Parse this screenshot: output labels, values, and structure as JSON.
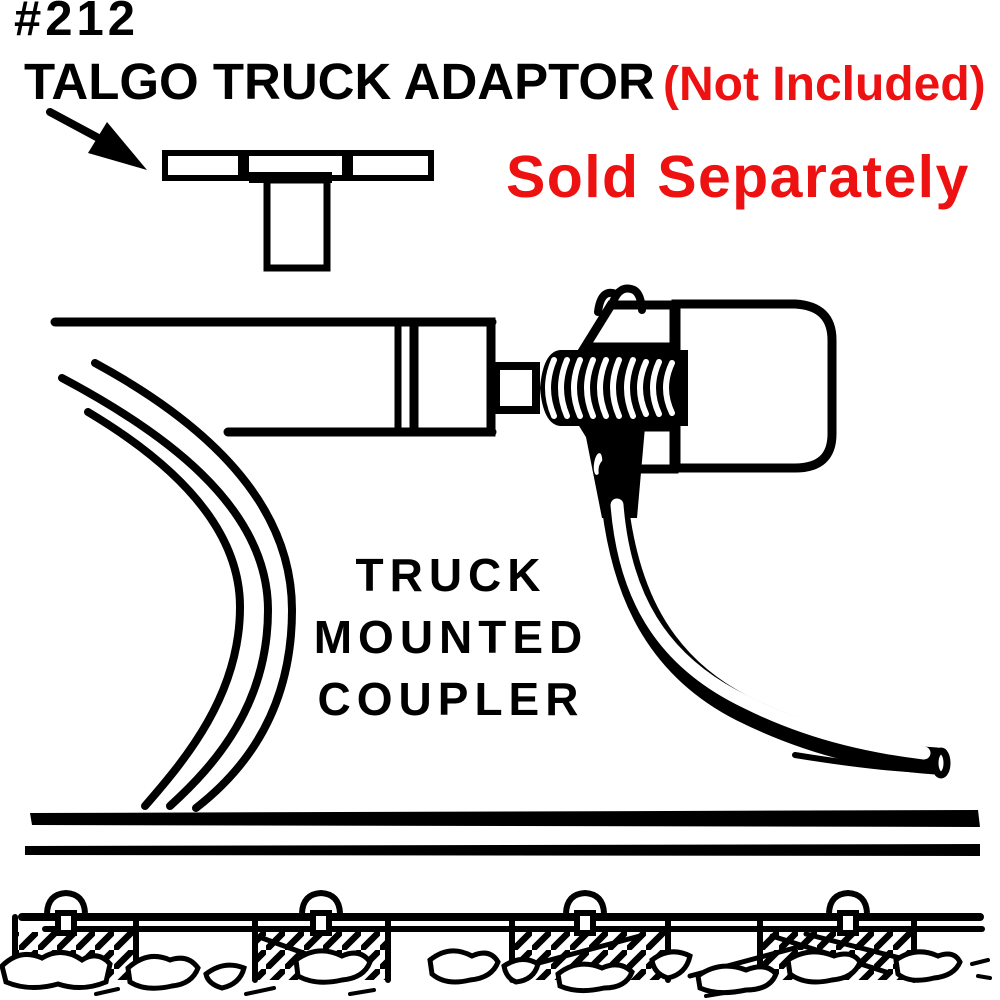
{
  "title": {
    "part_number": "#212",
    "adaptor_name": "TALGO TRUCK ADAPTOR"
  },
  "notes": {
    "not_included": "(Not Included)",
    "sold_separately": "Sold Separately"
  },
  "caption": {
    "line1": "TRUCK",
    "line2": "MOUNTED",
    "line3": "COUPLER"
  },
  "colors": {
    "ink": "#000000",
    "background": "#ffffff",
    "accent_red": "#ee1111"
  },
  "illustration": {
    "parts": [
      "pointer-arrow",
      "talgo-truck-adaptor-top-view",
      "truck-arm",
      "draft-gear-box",
      "coupler-spring",
      "coupler-head",
      "trip-pin",
      "truck-wheel-arcs",
      "rails",
      "rail-spikes",
      "cross-ties",
      "ballast-rocks"
    ]
  }
}
